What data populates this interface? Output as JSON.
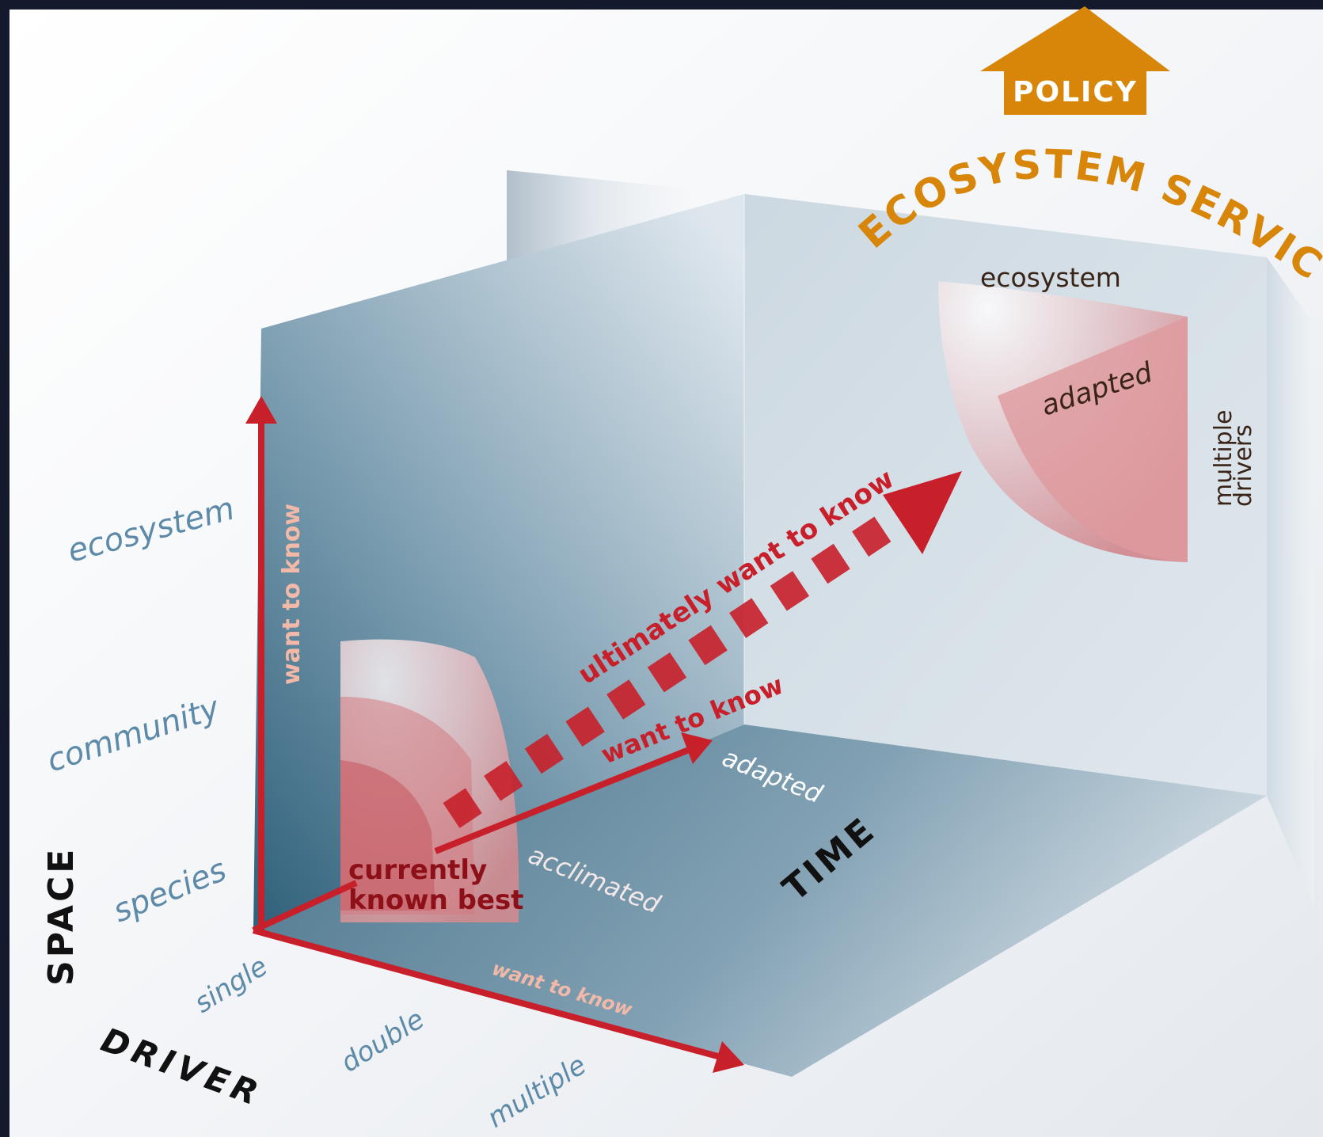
{
  "policy": {
    "label": "POLICY",
    "color": "#d7860a"
  },
  "ecosystem_services": {
    "label": "ECOSYSTEM SERVICES",
    "color": "#d7860a"
  },
  "axes": {
    "space": {
      "title": "SPACE",
      "levels": [
        "species",
        "community",
        "ecosystem"
      ],
      "arrow_label": "want to know"
    },
    "driver": {
      "title": "DRIVER",
      "levels": [
        "single",
        "double",
        "multiple"
      ],
      "arrow_label": "want to know"
    },
    "time": {
      "title": "TIME",
      "levels": [
        "acclimated",
        "adapted"
      ],
      "arrow_label": "want to know"
    }
  },
  "near_region": {
    "label_line1": "currently",
    "label_line2": "known best"
  },
  "far_region": {
    "top_label": "ecosystem",
    "center_label": "adapted",
    "side_label_line1": "multiple",
    "side_label_line2": "drivers"
  },
  "diagonal": {
    "label": "ultimately want to know"
  },
  "colors": {
    "arrow_red": "#c8202a",
    "level_text": "#5c8aa8",
    "dark_label": "#3a2418",
    "soft_label": "#f2b9a8",
    "background": "#141a2c"
  }
}
